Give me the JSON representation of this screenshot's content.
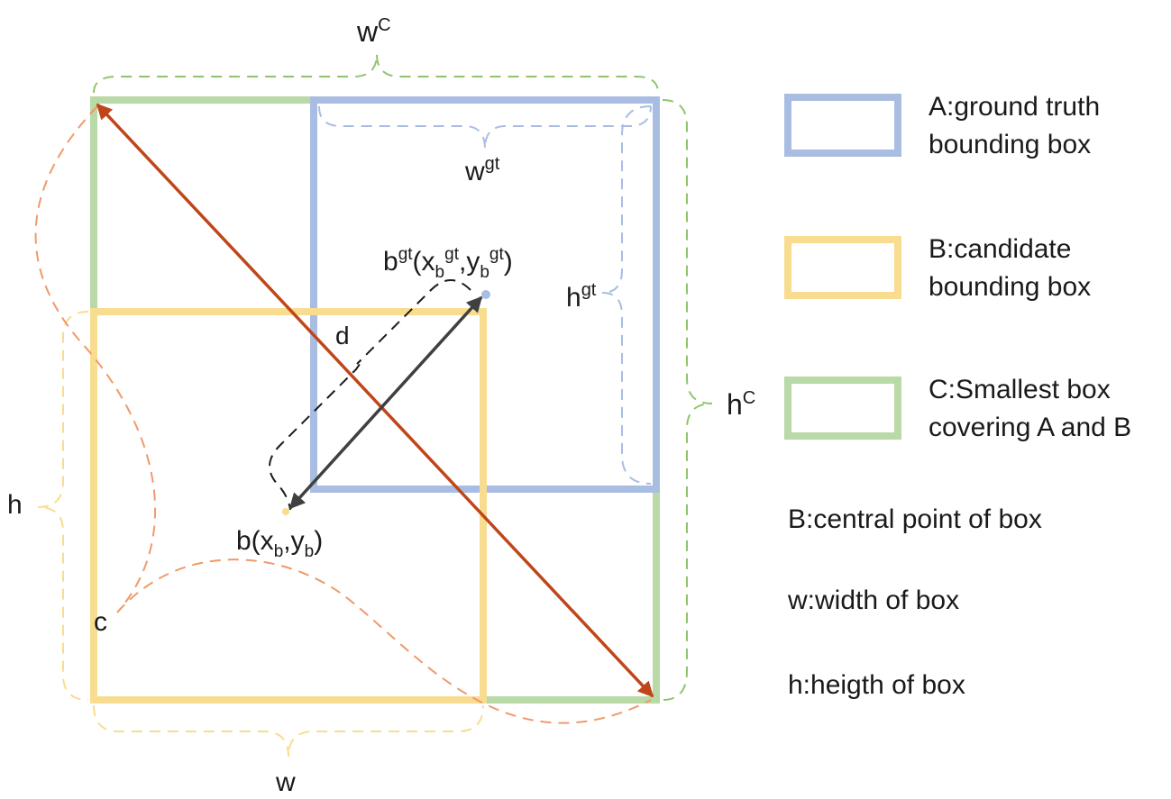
{
  "labels": {
    "wc_base": "w",
    "wc_sup": "C",
    "hc_base": "h",
    "hc_sup": "C",
    "wgt_base": "w",
    "wgt_sup": "gt",
    "hgt_base": "h",
    "hgt_sup": "gt",
    "h": "h",
    "w": "w",
    "c": "c",
    "d": "d",
    "bgt_b": "b",
    "bgt_sup": "gt",
    "bgt_open": "(x",
    "bgt_xsub": "b",
    "bgt_xsup": "gt",
    "bgt_comma": ",y",
    "bgt_ysub": "b",
    "bgt_ysup": "gt",
    "bgt_close": ")",
    "b_open": "b(x",
    "b_xsub": "b",
    "b_comma": ",y",
    "b_ysub": "b",
    "b_close": ")"
  },
  "legend": {
    "a_line1": "A:ground truth",
    "a_line2": "bounding box",
    "b_line1": "B:candidate",
    "b_line2": "bounding box",
    "c_line1": "C:Smallest box",
    "c_line2": "covering A and B",
    "central": "B:central point of box",
    "width": "w:width of box",
    "height": "h:heigth of box"
  },
  "colors": {
    "ground_truth_box": "#a9bde3",
    "candidate_box": "#f8dc8f",
    "smallest_box": "#b9d9a6",
    "diagonal": "#c0461a",
    "center_distance": "#404040",
    "dashed_curve": "#ef9a6a"
  }
}
